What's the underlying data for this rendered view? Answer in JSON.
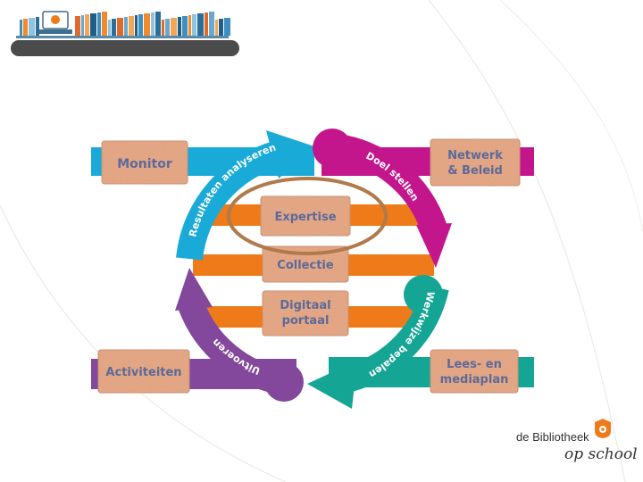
{
  "colors": {
    "cyan": "#1aaad8",
    "magenta": "#c4168c",
    "teal": "#15a594",
    "purple": "#83489b",
    "orange": "#ef7a1a",
    "brick": "#e7a37a",
    "brick_text": "#5b6a9a",
    "highlight_ellipse": "#b07a4a",
    "header_bar": "#4b4b4b"
  },
  "diagram": {
    "corner_bricks": {
      "top_left": [
        "Monitor"
      ],
      "top_right": [
        "Netwerk",
        "& Beleid"
      ],
      "bottom_left": [
        "Activiteiten"
      ],
      "bottom_right": [
        "Lees- en",
        "mediaplan"
      ]
    },
    "center_bricks": {
      "top": [
        "Expertise"
      ],
      "middle": [
        "Collectie"
      ],
      "bottom": [
        "Digitaal",
        "portaal"
      ]
    },
    "arc_labels": {
      "cyan": "Resultaten analyseren",
      "magenta": "Doel stellen",
      "teal": "Werkwijze bepalen",
      "purple": "Uitvoeren"
    },
    "highlighted": "Expertise"
  },
  "logo": {
    "line1": "de Bibliotheek",
    "line2": "op school",
    "icon": "bibliotheek-logo-icon"
  },
  "header": {
    "icons": [
      "laptop-icon",
      "bookshelf-icon"
    ]
  }
}
